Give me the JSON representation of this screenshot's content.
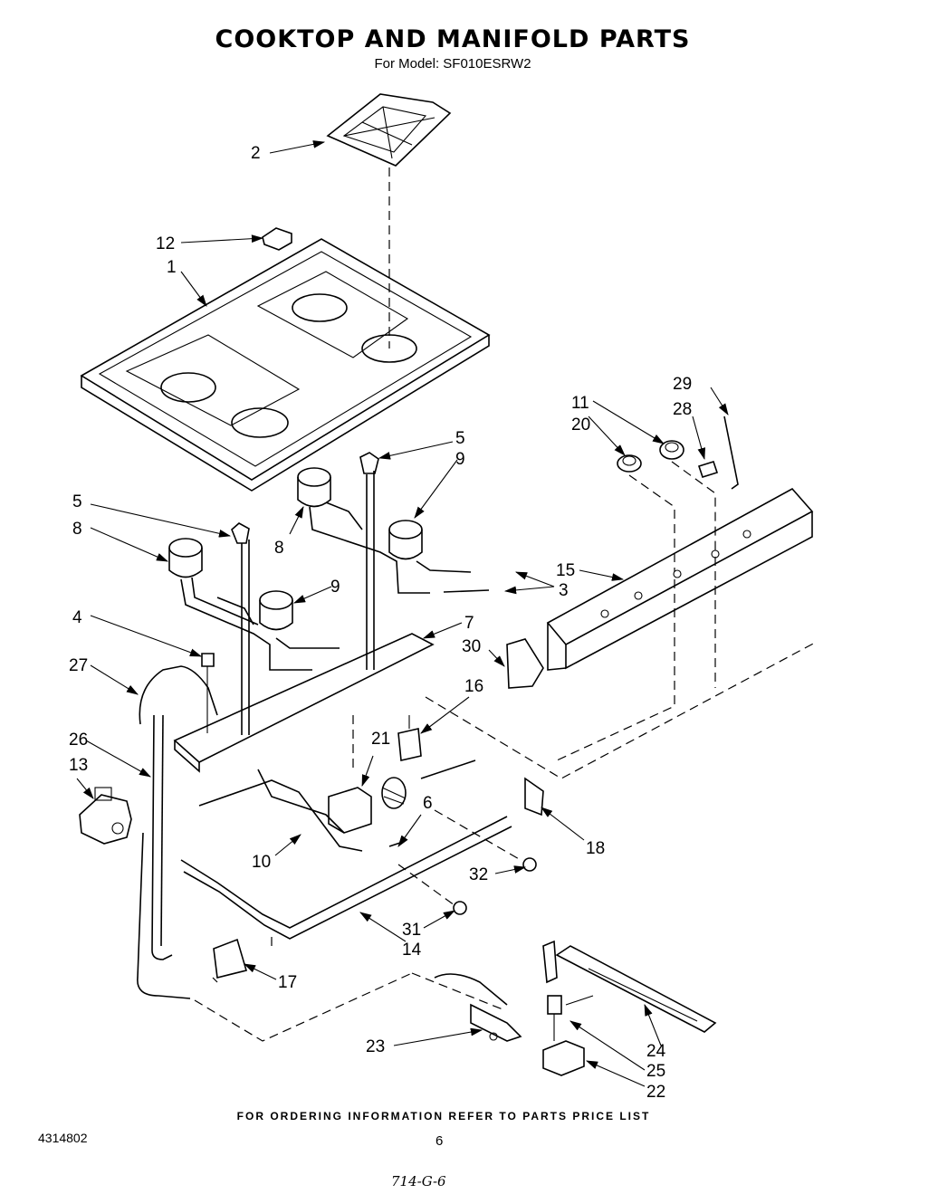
{
  "title": "COOKTOP  AND MANIFOLD PARTS",
  "subtitle": "For Model: SF010ESRW2",
  "callouts": {
    "c1": "1",
    "c2": "2",
    "c3": "3",
    "c4": "4",
    "c5a": "5",
    "c5b": "5",
    "c6": "6",
    "c7": "7",
    "c8a": "8",
    "c8b": "8",
    "c9a": "9",
    "c9b": "9",
    "c10": "10",
    "c11": "11",
    "c12": "12",
    "c13": "13",
    "c14": "14",
    "c15": "15",
    "c16": "16",
    "c17": "17",
    "c18": "18",
    "c20": "20",
    "c21": "21",
    "c22": "22",
    "c23": "23",
    "c24": "24",
    "c25": "25",
    "c26": "26",
    "c27": "27",
    "c28": "28",
    "c29": "29",
    "c30": "30",
    "c31": "31",
    "c32": "32"
  },
  "footer": "FOR ORDERING INFORMATION REFER TO PARTS PRICE LIST",
  "doc_number": "4314802",
  "page_number": "6",
  "handwritten_note": "714-G-6"
}
